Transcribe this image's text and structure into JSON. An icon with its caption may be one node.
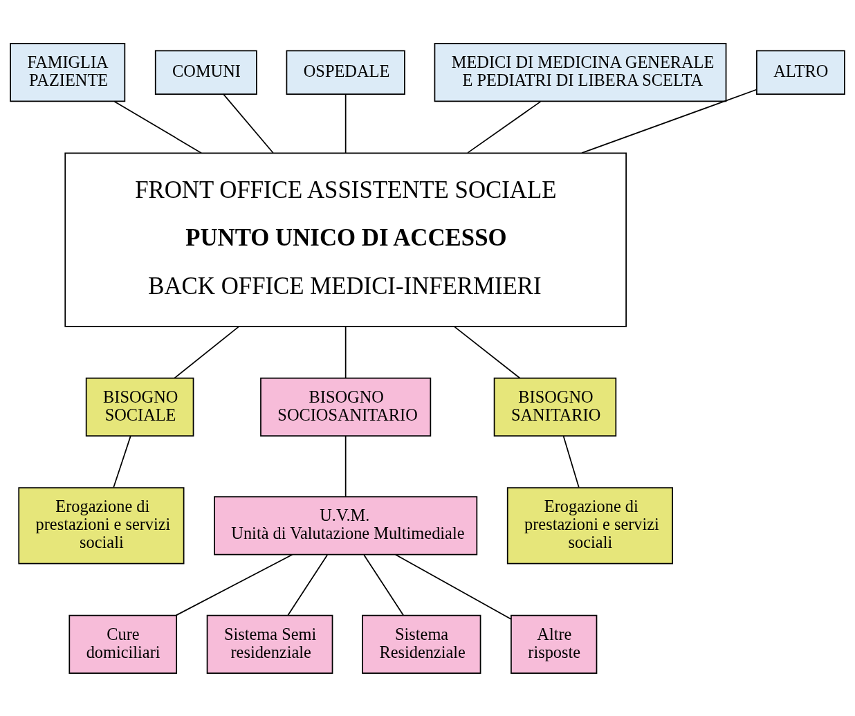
{
  "diagram": {
    "nodes": [
      {
        "text": [
          "FAMIGLIA PAZIENTE"
        ]
      },
      {
        "text": [
          "COMUNI"
        ]
      },
      {
        "text": [
          "OSPEDALE"
        ]
      },
      {
        "text": [
          "MEDICI DI MEDICINA GENERALE E PEDIATRI DI LIBERA SCELTA"
        ]
      },
      {
        "text": [
          "ALTRO"
        ]
      },
      {
        "text": [
          "FRONT OFFICE ASSISTENTE SOCIALE",
          "PUNTO UNICO DI ACCESSO",
          "BACK OFFICE MEDICI-INFERMIERI"
        ]
      },
      {
        "text": [
          "BISOGNO SOCIALE"
        ]
      },
      {
        "text": [
          "BISOGNO SOCIOSANITARIO"
        ]
      },
      {
        "text": [
          "BISOGNO SANITARIO"
        ]
      },
      {
        "text": [
          "Erogazione di prestazioni e servizi sociali"
        ]
      },
      {
        "text": [
          "U.V.M.",
          "Unità di Valutazione Multimediale"
        ]
      },
      {
        "text": [
          "Erogazione di prestazioni e servizi sociali"
        ]
      },
      {
        "text": [
          "Cure domiciliari"
        ]
      },
      {
        "text": [
          "Sistema Semi residenziale"
        ]
      },
      {
        "text": [
          "Sistema Residenziale"
        ]
      },
      {
        "text": [
          "Altre risposte"
        ]
      }
    ],
    "edges": [
      {
        "from": 0,
        "to": 5,
        "arrow": "none"
      },
      {
        "from": 1,
        "to": 5,
        "arrow": "none"
      },
      {
        "from": 2,
        "to": 5,
        "arrow": "none"
      },
      {
        "from": 3,
        "to": 5,
        "arrow": "none"
      },
      {
        "from": 4,
        "to": 5,
        "arrow": "none"
      },
      {
        "from": 5,
        "to": 6,
        "arrow": "none"
      },
      {
        "from": 5,
        "to": 7,
        "arrow": "none"
      },
      {
        "from": 5,
        "to": 8,
        "arrow": "none"
      },
      {
        "from": 6,
        "to": 9,
        "arrow": "none"
      },
      {
        "from": 7,
        "to": 10,
        "arrow": "none"
      },
      {
        "from": 8,
        "to": 11,
        "arrow": "none"
      },
      {
        "from": 10,
        "to": 12,
        "arrow": "none"
      },
      {
        "from": 10,
        "to": 13,
        "arrow": "none"
      },
      {
        "from": 10,
        "to": 14,
        "arrow": "none"
      },
      {
        "from": 10,
        "to": 15,
        "arrow": "none"
      }
    ]
  }
}
